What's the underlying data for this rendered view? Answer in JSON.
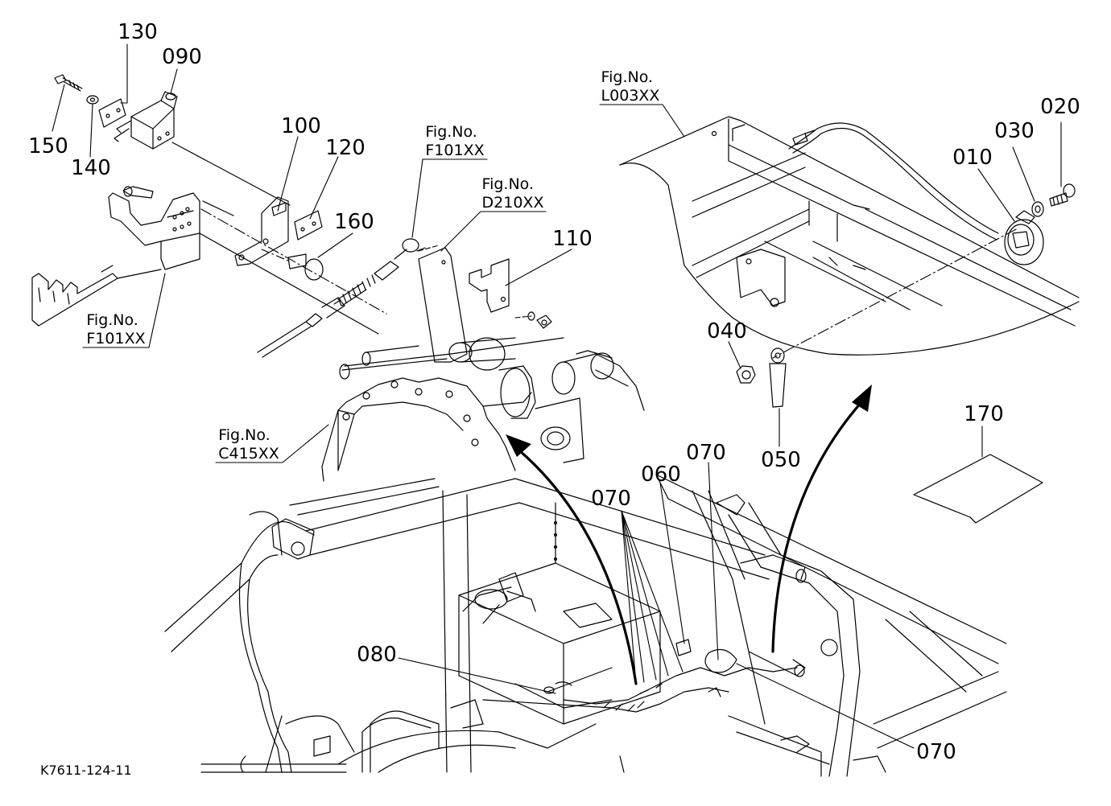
{
  "diagram": {
    "parts": [
      {
        "id": "p010",
        "label": "010"
      },
      {
        "id": "p020",
        "label": "020"
      },
      {
        "id": "p030",
        "label": "030"
      },
      {
        "id": "p040",
        "label": "040"
      },
      {
        "id": "p050",
        "label": "050"
      },
      {
        "id": "p060",
        "label": "060"
      },
      {
        "id": "p070a",
        "label": "070"
      },
      {
        "id": "p070b",
        "label": "070"
      },
      {
        "id": "p070c",
        "label": "070"
      },
      {
        "id": "p080",
        "label": "080"
      },
      {
        "id": "p090",
        "label": "090"
      },
      {
        "id": "p100",
        "label": "100"
      },
      {
        "id": "p110",
        "label": "110"
      },
      {
        "id": "p120",
        "label": "120"
      },
      {
        "id": "p130",
        "label": "130"
      },
      {
        "id": "p140",
        "label": "140"
      },
      {
        "id": "p150",
        "label": "150"
      },
      {
        "id": "p160",
        "label": "160"
      },
      {
        "id": "p170",
        "label": "170"
      }
    ],
    "figure_refs": [
      {
        "id": "f1",
        "line1": "Fig.No.",
        "line2": "L003XX"
      },
      {
        "id": "f2",
        "line1": "Fig.No.",
        "line2": "F101XX"
      },
      {
        "id": "f3",
        "line1": "Fig.No.",
        "line2": "D210XX"
      },
      {
        "id": "f4",
        "line1": "Fig.No.",
        "line2": "F101XX"
      },
      {
        "id": "f5",
        "line1": "Fig.No.",
        "line2": "C415XX"
      }
    ],
    "drawing_code": "K7611-124-11"
  }
}
